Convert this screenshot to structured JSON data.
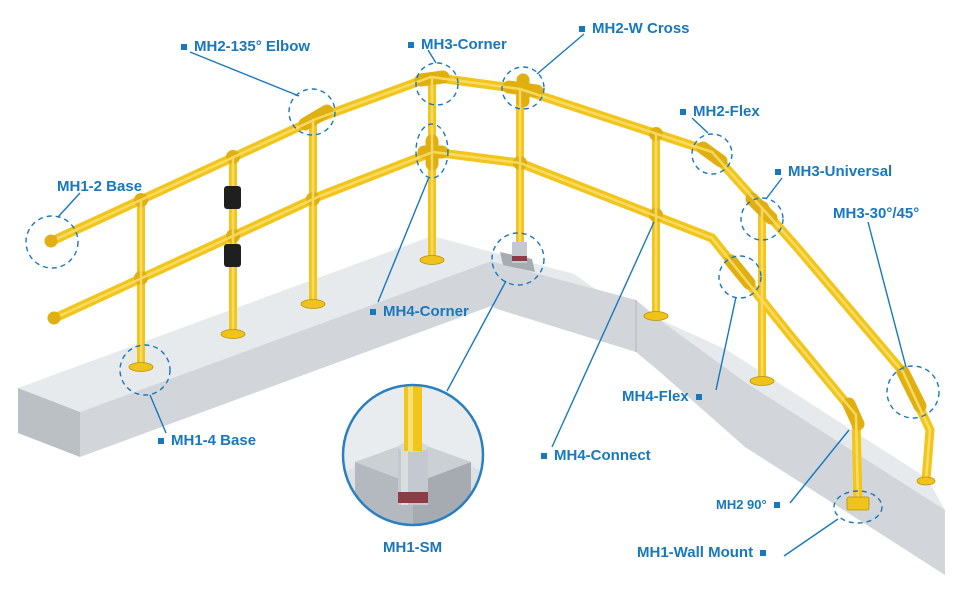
{
  "colors": {
    "label_blue": "#1878BE",
    "rail_yellow": "#F2C51B",
    "fitting_yellow": "#E0AF10",
    "concrete_top": "#E7EAEC",
    "concrete_front": "#D2D6DA",
    "mount_red": "#8E3B46"
  },
  "labels": [
    {
      "id": "mh2-135-elbow",
      "text": "MH2-135° Elbow"
    },
    {
      "id": "mh3-corner",
      "text": "MH3-Corner"
    },
    {
      "id": "mh2-w-cross",
      "text": "MH2-W Cross"
    },
    {
      "id": "mh2-flex",
      "text": "MH2-Flex"
    },
    {
      "id": "mh3-universal",
      "text": "MH3-Universal"
    },
    {
      "id": "mh3-30-45",
      "text": "MH3-30°/45°"
    },
    {
      "id": "mh1-2-base",
      "text": "MH1-2 Base"
    },
    {
      "id": "mh4-corner",
      "text": "MH4-Corner"
    },
    {
      "id": "mh4-flex",
      "text": "MH4-Flex"
    },
    {
      "id": "mh1-4-base",
      "text": "MH1-4 Base"
    },
    {
      "id": "mh4-connect",
      "text": "MH4-Connect"
    },
    {
      "id": "mh2-90",
      "text": "MH2 90°"
    },
    {
      "id": "mh1-sm",
      "text": "MH1-SM"
    },
    {
      "id": "mh1-wall-mount",
      "text": "MH1-Wall Mount"
    }
  ]
}
